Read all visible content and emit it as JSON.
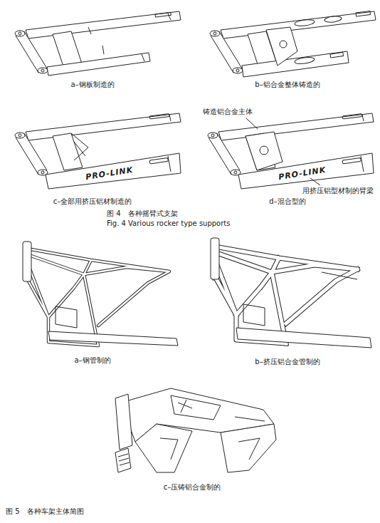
{
  "diagram": {
    "labels": [
      "a–钢板制造的",
      "b–铝合金整体铸造的",
      "铸造铝合金主体",
      "PRO-LINK",
      "c–全部用挤压铝材制造的",
      "PRO-LINK",
      "用挤压铝型材制的臂梁",
      "d–混合型的",
      "图 4　各种摇臂式支架",
      "Fig. 4 Various rocker type supports",
      "a–钢管制的",
      "b–挤压铝合金管制的",
      "c–压铸铝合金制的",
      "图 5　各种车架主体简图"
    ]
  }
}
